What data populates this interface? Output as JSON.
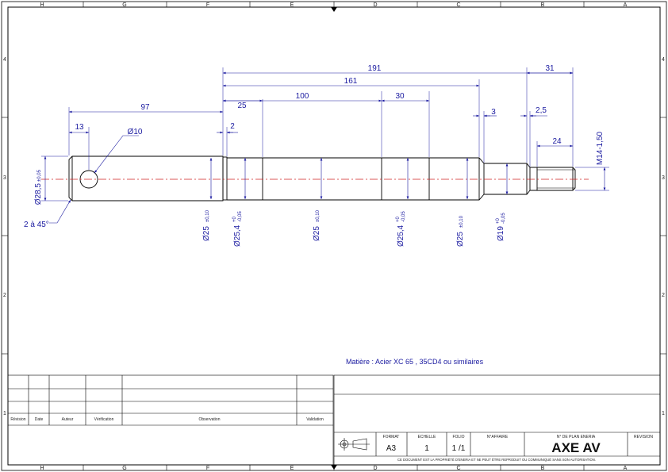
{
  "zones": {
    "top": [
      "H",
      "G",
      "F",
      "E",
      "D",
      "C",
      "B",
      "A"
    ],
    "side": [
      "4",
      "3",
      "2",
      "1"
    ]
  },
  "dimensions": {
    "d191": "191",
    "d161": "161",
    "d31": "31",
    "d97": "97",
    "d25": "25",
    "d100": "100",
    "d30": "30",
    "d3": "3",
    "d2_5": "2,5",
    "d13": "13",
    "d2": "2",
    "d24": "24",
    "hole": "Ø10",
    "thread": "M14-1,50",
    "chamfer": "2 à 45°",
    "dia_left": "Ø28,5",
    "dia_left_tol": "±0,05",
    "dia1": "Ø25",
    "dia1_tol": "±0,10",
    "dia2": "Ø25,4",
    "dia2_tol_up": "+0",
    "dia2_tol_dn": "-0,05",
    "dia3": "Ø25",
    "dia3_tol": "±0,10",
    "dia4": "Ø25,4",
    "dia4_tol_up": "+0",
    "dia4_tol_dn": "-0,05",
    "dia5": "Ø25",
    "dia5_tol": "±0,10",
    "dia6": "Ø19",
    "dia6_tol_up": "+0",
    "dia6_tol_dn": "-0,05"
  },
  "material": "Matière : Acier  XC 65 , 35CD4 ou similaires",
  "revision_table": {
    "headers": [
      "Révision",
      "Date",
      "Auteur",
      "Vérification",
      "Observation",
      "Validation"
    ]
  },
  "title_block": {
    "format_label": "FORMAT",
    "format_value": "A3",
    "scale_label": "ECHELLE",
    "scale_value": "1",
    "folio_label": "FOLIO",
    "folio_value": "1 /1",
    "affaire_label": "N°AFFAIRE",
    "plan_label": "N° DE PLAN ENERIA",
    "title": "AXE AV",
    "revision_label": "REVISION",
    "notice": "CE DOCUMENT EST LA PROPRIÉTÉ D'ENERIA ET NE PEUT ÊTRE REPRODUIT OU COMMUNIQUÉ SANS SON AUTORISATION."
  },
  "colors": {
    "dimension": "#1a1aa0",
    "axis": "#d02020",
    "outline": "#000000"
  }
}
